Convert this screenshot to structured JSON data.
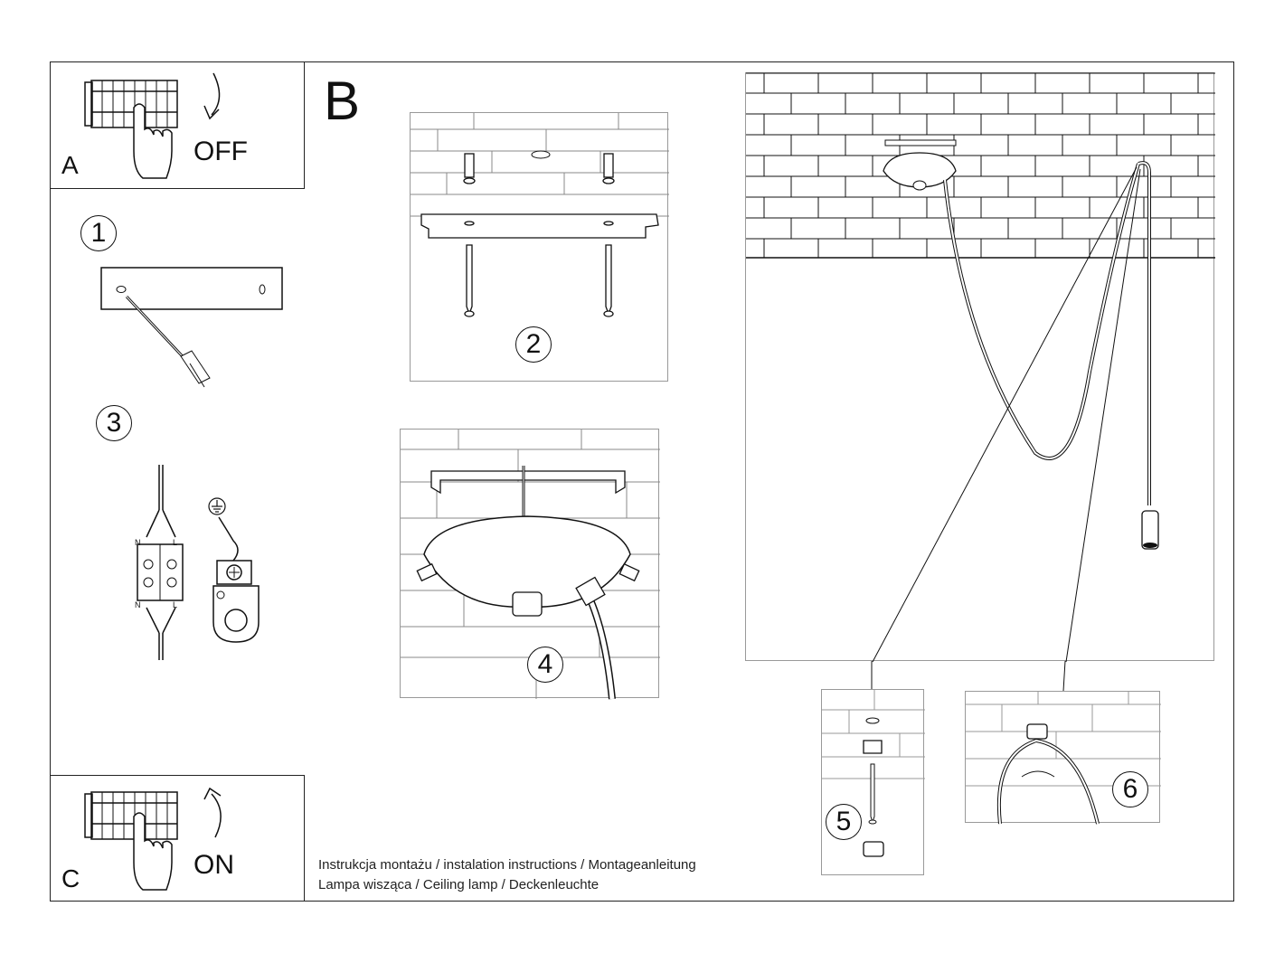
{
  "steps": {
    "a_letter": "A",
    "a_state": "OFF",
    "b_letter": "B",
    "c_letter": "C",
    "c_state": "ON",
    "n1": "1",
    "n2": "2",
    "n3": "3",
    "n4": "4",
    "n5": "5",
    "n6": "6"
  },
  "terminal": {
    "n_top": "N",
    "l_top": "L",
    "n_bottom": "N",
    "l_bottom": "L"
  },
  "caption": {
    "line1": "Instrukcja montażu / instalation instructions / Montageanleitung",
    "line2": "Lampa wisząca / Ceiling lamp / Deckenleuchte"
  },
  "icons": [
    "breaker-off-icon",
    "breaker-on-icon",
    "arrow-down-icon",
    "arrow-up-icon",
    "hand-icon",
    "ground-icon",
    "screw-icon",
    "ceiling-lamp-icon"
  ]
}
